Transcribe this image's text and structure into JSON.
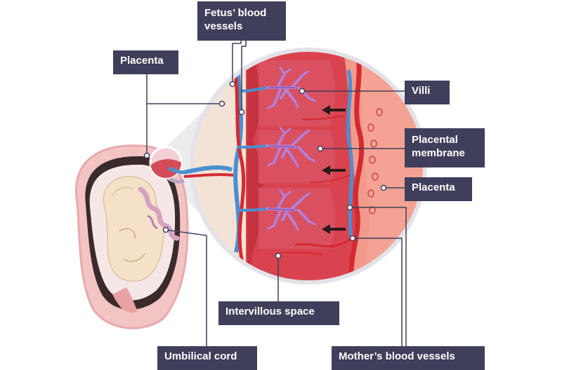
{
  "labels": {
    "fetus_vessels": [
      "Fetus’ blood",
      "vessels"
    ],
    "placenta_left": "Placenta",
    "villi": "Villi",
    "placental_membrane": [
      "Placental",
      "membrane"
    ],
    "placenta_right": "Placenta",
    "intervillous_space": "Intervillous space",
    "umbilical_cord": "Umbilical cord",
    "mothers_blood_vessels": "Mother’s blood vessels"
  },
  "colors": {
    "label_bg": "#3f3f5c",
    "label_text": "#ffffff",
    "maternal_tissue": "#d9434f",
    "fetal_vessel": "#4a8fd1",
    "maternal_vessel": "#d42a2f",
    "villi": "#b57fd6",
    "skin": "#f4e1c8",
    "uterus": "#f2b6b6",
    "leader_line": "#3f3f5c"
  }
}
